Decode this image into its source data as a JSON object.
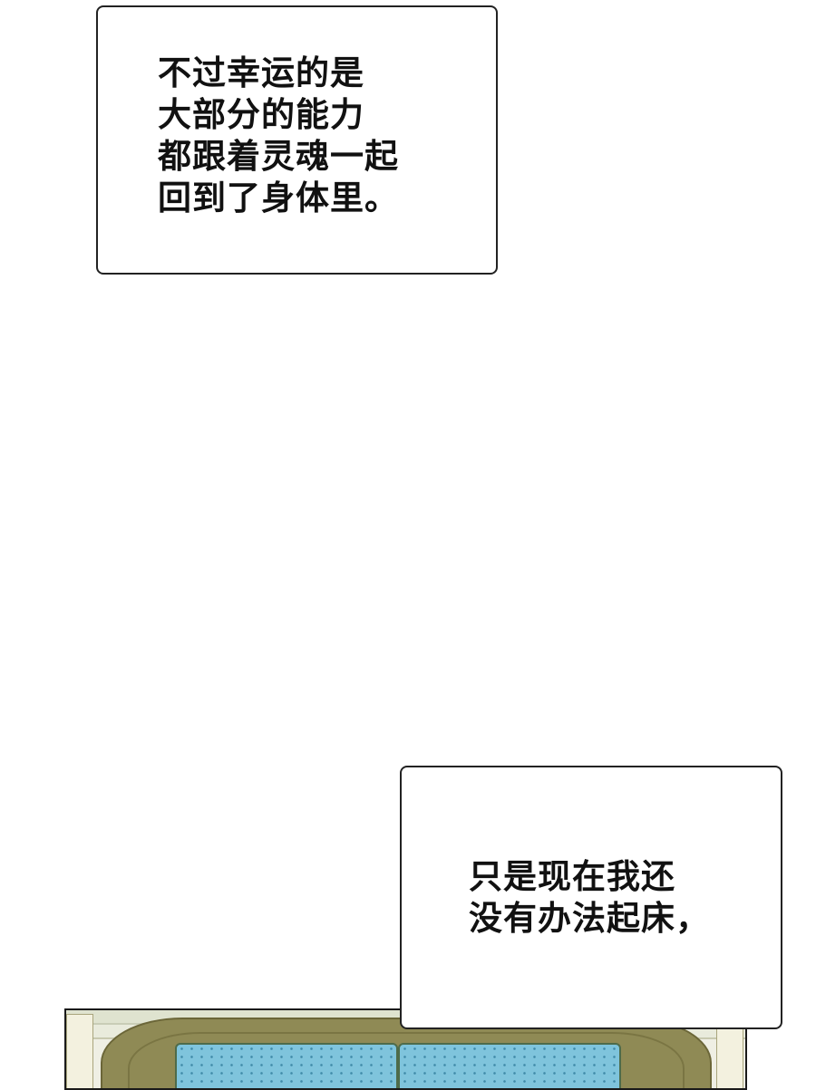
{
  "speech_bubbles": [
    {
      "lines": [
        "不过幸运的是",
        "大部分的能力",
        "都跟着灵魂一起",
        "回到了身体里。"
      ]
    },
    {
      "lines": [
        "只是现在我还",
        "没有办法起床，"
      ]
    }
  ],
  "panel": {
    "description": "bed headboard with blue pillows",
    "colors": {
      "headboard": "#8f8a55",
      "pillow": "#7fc4dc",
      "wall": "#e8ead8"
    }
  }
}
